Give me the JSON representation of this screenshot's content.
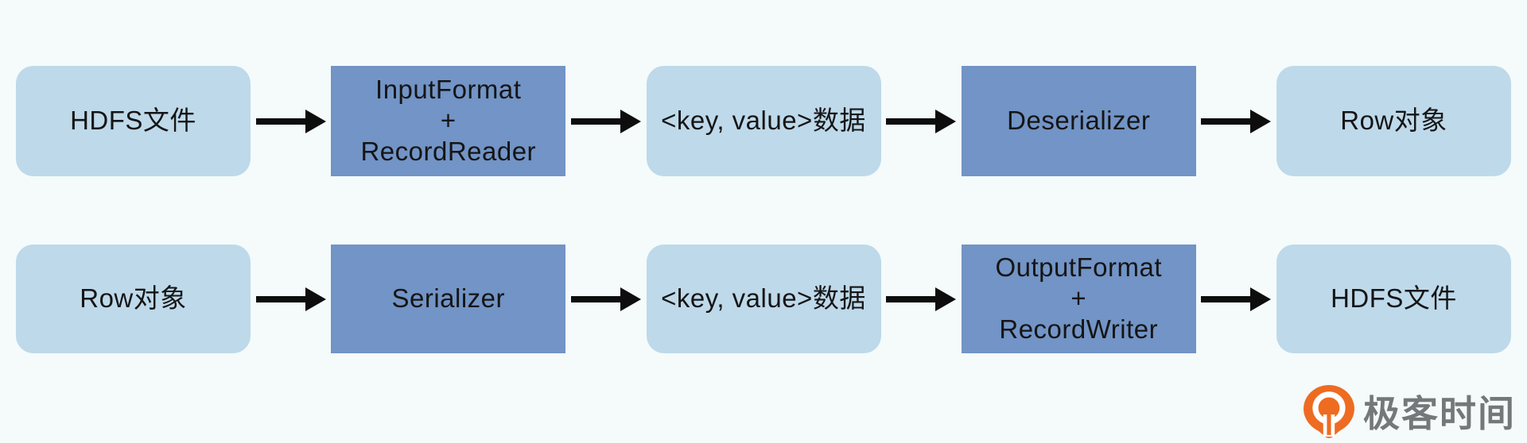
{
  "background_color": "#F4FBFA",
  "colors": {
    "box_light": "#BED9EA",
    "box_dark": "#7294C6",
    "arrow": "#0D0D0D",
    "text": "#151515",
    "logo_orange": "#EE6B22",
    "logo_text_gray": "#75787B"
  },
  "diagram": {
    "rows": [
      {
        "name": "read-deserialization-flow",
        "boxes": [
          {
            "label": "HDFS文件",
            "style": "light"
          },
          {
            "label": "InputFormat\n+\nRecordReader",
            "style": "dark"
          },
          {
            "label": "<key, value>数据",
            "style": "light"
          },
          {
            "label": "Deserializer",
            "style": "dark"
          },
          {
            "label": "Row对象",
            "style": "light"
          }
        ]
      },
      {
        "name": "write-serialization-flow",
        "boxes": [
          {
            "label": "Row对象",
            "style": "light"
          },
          {
            "label": "Serializer",
            "style": "dark"
          },
          {
            "label": "<key, value>数据",
            "style": "light"
          },
          {
            "label": "OutputFormat\n+\nRecordWriter",
            "style": "dark"
          },
          {
            "label": "HDFS文件",
            "style": "light"
          }
        ]
      }
    ]
  },
  "logo": {
    "icon": "geektime-pin-arrow-icon",
    "text": "极客时间"
  }
}
